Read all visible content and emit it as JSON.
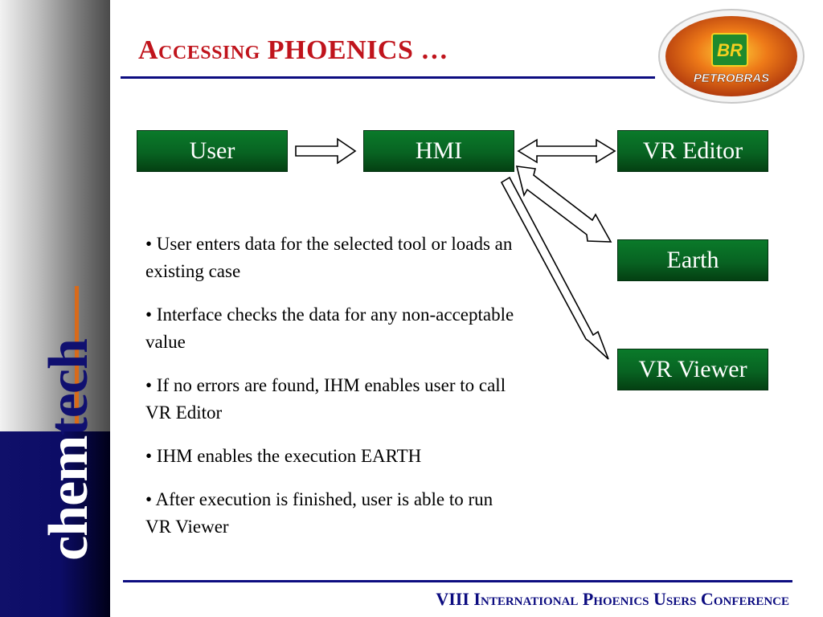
{
  "slide": {
    "title": "Accessing PHOENICS …",
    "footer": "VIII International Phoenics Users Conference"
  },
  "sidebar": {
    "brand_part1": "chem",
    "brand_part2": "tech"
  },
  "logo": {
    "badge": "BR",
    "name": "PETROBRAS"
  },
  "diagram": {
    "nodes": {
      "user": "User",
      "hmi": "HMI",
      "vr_editor": "VR Editor",
      "earth": "Earth",
      "vr_viewer": "VR Viewer"
    },
    "edges": [
      {
        "from": "user",
        "to": "hmi",
        "direction": "forward"
      },
      {
        "from": "hmi",
        "to": "vr_editor",
        "direction": "both"
      },
      {
        "from": "hmi",
        "to": "earth",
        "direction": "both"
      },
      {
        "from": "hmi",
        "to": "vr_viewer",
        "direction": "forward"
      }
    ]
  },
  "bullets": [
    "• User enters data for the selected tool or loads an existing case",
    "• Interface checks the data for any non-acceptable value",
    "• If no errors are found, IHM enables user to call VR Editor",
    "• IHM enables the execution EARTH",
    "• After execution is finished, user is able to run VR Viewer"
  ],
  "colors": {
    "title": "#c0141c",
    "rule": "#0c0c80",
    "box_green": "#086322",
    "accent_orange": "#d86a1a"
  }
}
